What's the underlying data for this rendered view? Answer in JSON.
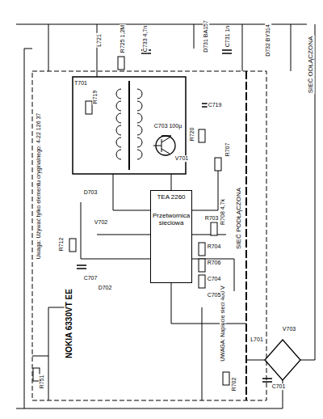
{
  "diagram": {
    "nodes": [
      {
        "text": [
          "TEA 2260",
          "Przetwornica sieciowa"
        ]
      }
    ],
    "labels": [
      "NOKIA 6330VT EE",
      "Uwaga: Używać tylko elementu oryginalnego: 4-22 126 37",
      "SIEĆ PODŁĄCZONA",
      "UWAGA: Napięcie sieci 400 V",
      "SIEĆ ODŁĄCZONA",
      "L721",
      "R725 1,2M",
      "C733 4,7n",
      "D731 BA157",
      "C731 1n",
      "D732 BY314",
      "T701",
      "R719",
      "C719",
      "R720",
      "V701",
      "C703 100µ",
      "R707",
      "R708 4,7k",
      "R703",
      "R704",
      "R706",
      "C704",
      "C705",
      "D703",
      "V702",
      "R712",
      "C707",
      "D702",
      "R751",
      "L701",
      "V703",
      "C701",
      "R702"
    ]
  }
}
